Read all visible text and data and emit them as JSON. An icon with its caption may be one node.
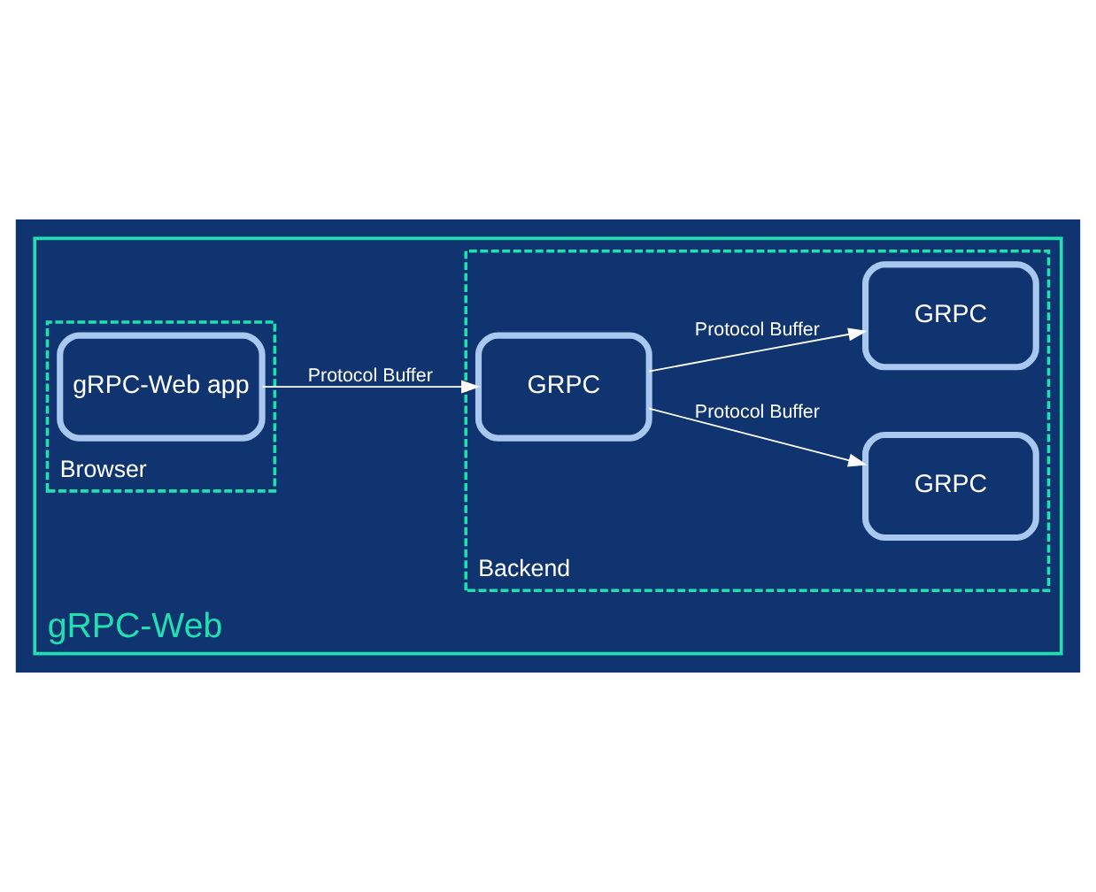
{
  "diagram": {
    "nodes": [
      {
        "text": [
          "gRPC-Web"
        ]
      },
      {
        "text": [
          "Browser"
        ],
        "in": 0
      },
      {
        "text": [
          "gRPC-Web app"
        ],
        "in": 1
      },
      {
        "text": [
          "Backend"
        ],
        "in": 0
      },
      {
        "text": [
          "GRPC"
        ],
        "in": 3
      },
      {
        "text": [
          "GRPC"
        ],
        "in": 3
      },
      {
        "text": [
          "GRPC"
        ],
        "in": 3
      }
    ],
    "edges": [
      {
        "from": 2,
        "to": 4,
        "arrow": "to",
        "label": "Protocol Buffer"
      },
      {
        "from": 4,
        "to": 5,
        "arrow": "to",
        "label": "Protocol Buffer"
      },
      {
        "from": 4,
        "to": 6,
        "arrow": "to",
        "label": "Protocol Buffer"
      }
    ]
  }
}
